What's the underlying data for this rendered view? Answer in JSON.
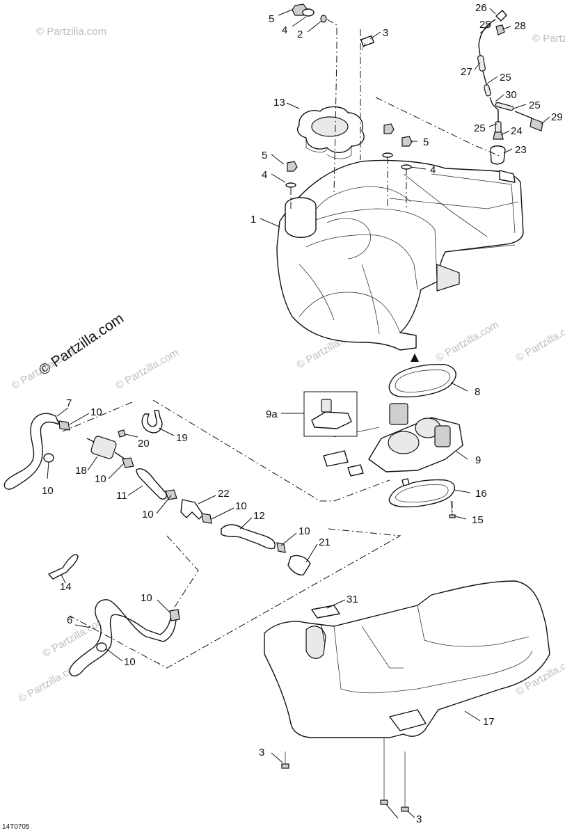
{
  "watermarks": {
    "main": "© Partzilla.com",
    "tile": "© Partzilla.com"
  },
  "drawing_ref": "14T0705",
  "callouts": {
    "c1": "1",
    "c2": "2",
    "c3a": "3",
    "c3b": "3",
    "c3c": "3",
    "c4a": "4",
    "c4b": "4",
    "c4c": "4",
    "c5a": "5",
    "c5b": "5",
    "c5c": "5",
    "c6": "6",
    "c7": "7",
    "c8": "8",
    "c9": "9",
    "c9a": "9a",
    "c10a": "10",
    "c10b": "10",
    "c10c": "10",
    "c10d": "10",
    "c10e": "10",
    "c10f": "10",
    "c10g": "10",
    "c10h": "10",
    "c11": "11",
    "c12": "12",
    "c13": "13",
    "c14": "14",
    "c15": "15",
    "c16": "16",
    "c17": "17",
    "c18": "18",
    "c19": "19",
    "c20": "20",
    "c21": "21",
    "c22": "22",
    "c23": "23",
    "c24": "24",
    "c25a": "25",
    "c25b": "25",
    "c25c": "25",
    "c25d": "25",
    "c26": "26",
    "c27": "27",
    "c28": "28",
    "c29": "29",
    "c30": "30",
    "c31": "31"
  }
}
